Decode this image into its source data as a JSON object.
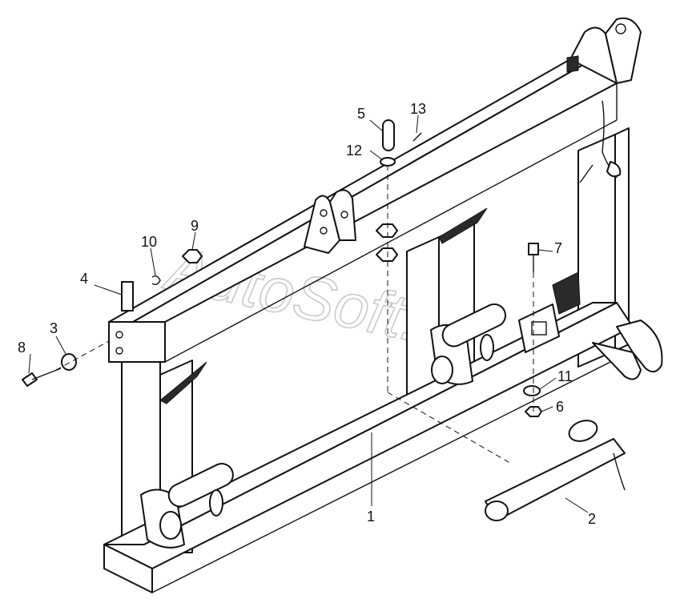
{
  "watermark": "AutoSoft.ru",
  "callouts": [
    {
      "id": "1",
      "text": "1"
    },
    {
      "id": "2",
      "text": "2"
    },
    {
      "id": "3",
      "text": "3"
    },
    {
      "id": "4",
      "text": "4"
    },
    {
      "id": "5",
      "text": "5"
    },
    {
      "id": "6",
      "text": "6"
    },
    {
      "id": "7",
      "text": "7"
    },
    {
      "id": "8",
      "text": "8"
    },
    {
      "id": "9",
      "text": "9"
    },
    {
      "id": "10",
      "text": "10"
    },
    {
      "id": "11",
      "text": "11"
    },
    {
      "id": "12",
      "text": "12"
    },
    {
      "id": "13",
      "text": "13"
    }
  ]
}
